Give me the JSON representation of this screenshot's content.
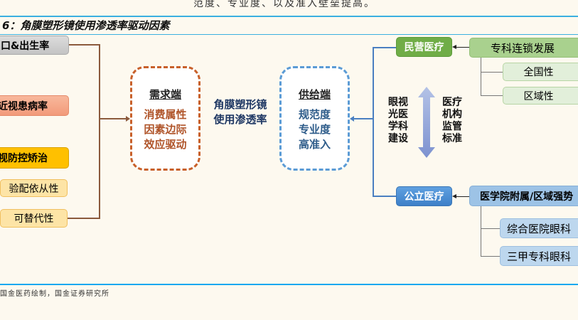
{
  "header": {
    "context_text": "范度、专业度、以及准入壁垒提高。",
    "figure_title": "6：角膜塑形镜使用渗透率驱动因素"
  },
  "demand_factors": [
    {
      "label": "口&出生率",
      "color": "#d0d0d0"
    },
    {
      "label": "近视患病率",
      "color": "#f5a98b"
    },
    {
      "label": "视防控矫治",
      "color": "#ffc000"
    },
    {
      "label": "验配依从性",
      "color": "#fde4a6"
    },
    {
      "label": "可替代性",
      "color": "#fde4a6"
    }
  ],
  "demand_box": {
    "title": "需求端",
    "lines": [
      "消费属性",
      "因素边际",
      "效应驱动"
    ],
    "color": "#c8602a"
  },
  "center": {
    "lines": [
      "角膜塑形镜",
      "使用渗透率"
    ],
    "color": "#1f3864"
  },
  "supply_box": {
    "title": "供给端",
    "lines": [
      "规范度",
      "专业度",
      "高准入"
    ],
    "color": "#5b9bd5"
  },
  "private": {
    "label": "民营医疗",
    "color": "#70ad47",
    "source": "专科连锁发展",
    "children": [
      "全国性",
      "区域性"
    ]
  },
  "public": {
    "label": "公立医疗",
    "color": "#4a8fd4",
    "source": "医学院附属/区域强势",
    "children": [
      "综合医院眼科",
      "三甲专科眼科"
    ]
  },
  "left_text": [
    "眼视",
    "光医",
    "学科",
    "建设"
  ],
  "right_text": [
    "医疗",
    "机构",
    "监管",
    "标准"
  ],
  "footer": {
    "source": "国金医药绘制，国金证券研究所"
  }
}
